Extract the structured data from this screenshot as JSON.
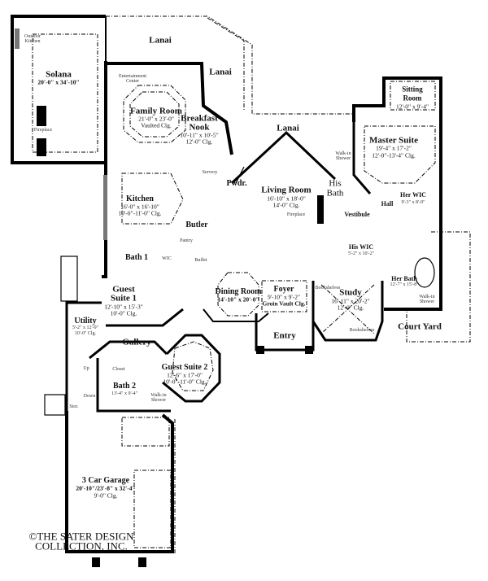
{
  "rooms": {
    "lanai_1": "Lanai",
    "lanai_2": "Lanai",
    "lanai_3": "Lanai",
    "outdoor_kitchen": "Outdoor Kitchen",
    "solana": {
      "name": "Solana",
      "size": "20'-0\" x 34'-10\""
    },
    "solana_fireplace": "Fireplace",
    "entertainment_center": "Entertainment Center",
    "family_room": {
      "name": "Family Room",
      "size": "21'-0\" x 23'-0\"",
      "ceiling": "Vaulted Clg."
    },
    "breakfast_nook": {
      "name_1": "Breakfast",
      "name_2": "Nook",
      "size": "10'-11\" x 10'-5\"",
      "ceiling": "12'-0\" Clg."
    },
    "servery": "Servery",
    "powder": "Pwdr.",
    "kitchen": {
      "name": "Kitchen",
      "size": "16'-0\" x 16'-10\"",
      "ceiling": "10'-0\"-11'-0\" Clg."
    },
    "living_room": {
      "name": "Living Room",
      "size": "16'-10\" x 18'-0\"",
      "ceiling": "14'-0\" Clg.",
      "fireplace": "Fireplace"
    },
    "his_bath": {
      "name_1": "His",
      "name_2": "Bath",
      "shower": "Walk-in Shower"
    },
    "master_suite": {
      "name": "Master Suite",
      "size": "19'-4\" x 17'-2\"",
      "ceiling": "12'-0\"-13'-4\" Clg."
    },
    "sitting_room": {
      "name_1": "Sitting",
      "name_2": "Room",
      "size": "12'-0\" x 9'-4\""
    },
    "her_wic": {
      "name": "Her WIC",
      "size": "9'-3\" x 8'-9\""
    },
    "hall": "Hall",
    "vestibule": "Vestibule",
    "butler": "Butler",
    "pantry": "Pantry",
    "wic": "WIC",
    "buffet": "Buffet",
    "bath_1": "Bath 1",
    "guest_suite_1": {
      "name_1": "Guest",
      "name_2": "Suite 1",
      "size": "12'-10\" x 15'-3\"",
      "ceiling": "10'-0\" Clg."
    },
    "utility": {
      "name": "Utility",
      "size": "5'-2\" x 12'-9\"",
      "ceiling": "10'-0\" Clg."
    },
    "dining_room": {
      "name": "Dining Room",
      "size": "14'-10\" x 20'-0\""
    },
    "foyer": {
      "name": "Foyer",
      "size": "9'-10\" x 9'-2\"",
      "ceiling": "Groin Vault Clg."
    },
    "entry": "Entry",
    "his_wic": {
      "name": "His WIC",
      "size": "5'-2\" x 10'-2\""
    },
    "her_bath": {
      "name": "Her Bath",
      "size": "12'-7\" x 15'-8\"",
      "shower": "Walk-in Shower"
    },
    "study": {
      "name": "Study",
      "size": "16'-11\" x 20'-2\"",
      "ceiling": "12'-0\" Clg.",
      "bookshelves_1": "Bookshelves",
      "bookshelves_2": "Bookshelves"
    },
    "court_yard": "Court Yard",
    "gallery": "Gallery",
    "guest_suite_2": {
      "name": "Guest Suite 2",
      "size": "12'-6\" x 17'-0\"",
      "ceiling": "10'-0\"-11'-0\" Clg."
    },
    "closet": "Closet",
    "bath_2": {
      "name": "Bath 2",
      "size": "13'-4\" x 9'-4\"",
      "shower": "Walk-in Shower"
    },
    "stairs_up": "Up",
    "stairs_down": "Down",
    "storage": "Stor.",
    "garage": {
      "name": "3 Car Garage",
      "size": "20'-10\"/23'-8\" x 32'-4\"",
      "ceiling": "9'-0\" Clg."
    }
  },
  "copyright": {
    "line_1": "©THE SATER DESIGN",
    "line_2": "COLLECTION, INC."
  }
}
